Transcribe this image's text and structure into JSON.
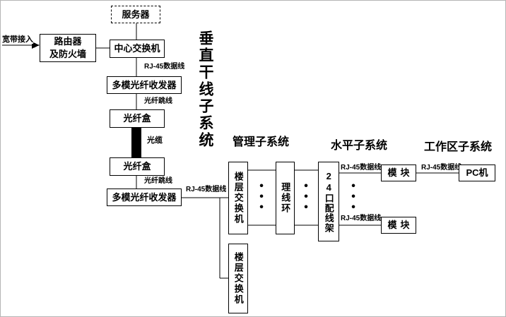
{
  "headings": {
    "vertical_backbone": "垂直干线子系统",
    "management": "管理子系统",
    "horizontal": "水平子系统",
    "work_area": "工作区子系统"
  },
  "nodes": {
    "server": "服务器",
    "router": "路由器\n及防火墙",
    "central_switch": "中心交换机",
    "transceiver_top": "多模光纤收发器",
    "fiber_box_top": "光纤盒",
    "fiber_box_bottom": "光纤盒",
    "transceiver_bottom": "多模光纤收发器",
    "floor_switch_1": "楼层交换机",
    "floor_switch_2": "楼层交换机",
    "cable_ring": "理线环",
    "patch_panel": "24口配线架",
    "module_1": "模块",
    "module_2": "模块",
    "pc": "PC机"
  },
  "labels": {
    "broadband": "宽带接入",
    "rj45_center": "RJ-45数据线",
    "jumper_top": "光纤跳线",
    "optical_cable": "光缆",
    "jumper_bottom": "光纤跳线",
    "rj45_floor": "RJ-45数据线",
    "rj45_h1": "RJ-45数据线",
    "rj45_h2": "RJ-45数据线",
    "rj45_work": "RJ-45数据线",
    "ellipsis": "•\n•\n•"
  }
}
